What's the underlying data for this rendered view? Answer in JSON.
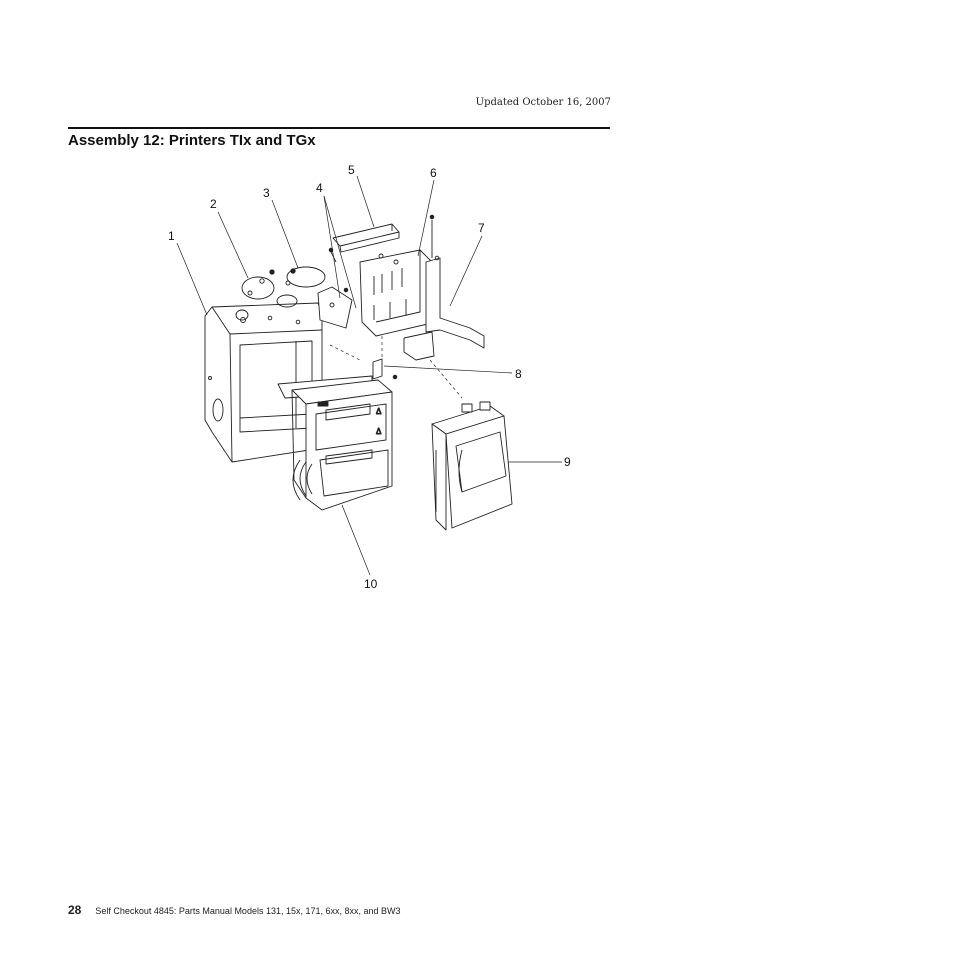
{
  "header": {
    "updated": "Updated October 16, 2007"
  },
  "title": "Assembly 12: Printers TIx and TGx",
  "diagram": {
    "callouts": [
      "1",
      "2",
      "3",
      "4",
      "5",
      "6",
      "7",
      "8",
      "9",
      "10"
    ]
  },
  "footer": {
    "page_number": "28",
    "text": "Self Checkout 4845:  Parts Manual Models 131, 15x, 171, 6xx, 8xx, and BW3"
  }
}
